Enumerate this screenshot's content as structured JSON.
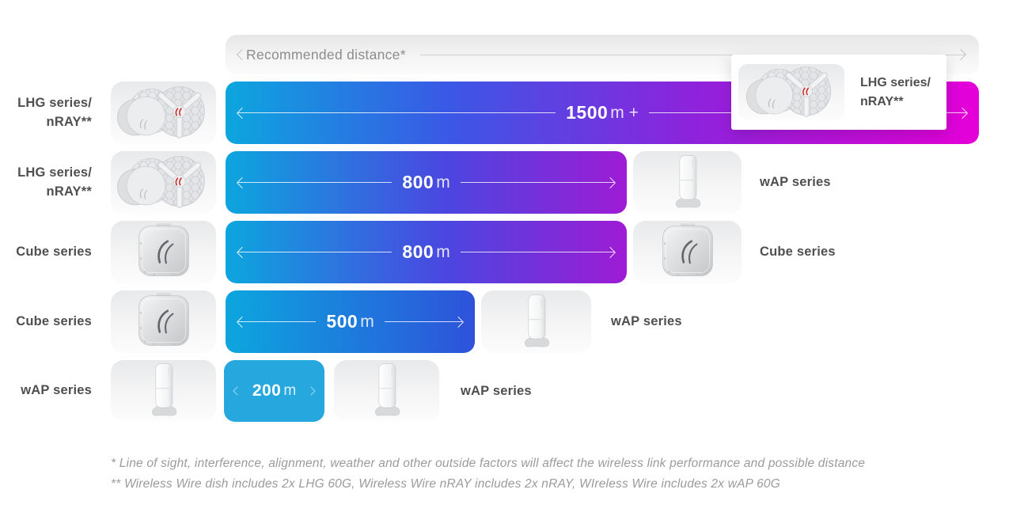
{
  "header": {
    "label": "Recommended distance*"
  },
  "rows": [
    {
      "left_label": [
        "LHG series/",
        "nRAY**"
      ],
      "left_device": "lhg-dish",
      "value": "1500",
      "unit": "m +",
      "bar_from": "#0ca6de",
      "bar_to": "#e500d8",
      "right_card": {
        "device": "lhg-dish",
        "label": [
          "LHG series/",
          "nRAY**"
        ]
      }
    },
    {
      "left_label": [
        "LHG series/",
        "nRAY**"
      ],
      "left_device": "lhg-dish",
      "value": "800",
      "unit": "m",
      "bar_from": "#0ca6de",
      "bar_to": "#9e1bd4",
      "right_device": "wap",
      "right_label": [
        "wAP series"
      ]
    },
    {
      "left_label": [
        "Cube series"
      ],
      "left_device": "cube",
      "value": "800",
      "unit": "m",
      "bar_from": "#0ca6de",
      "bar_to": "#9e1bd4",
      "right_device": "cube",
      "right_label": [
        "Cube series"
      ]
    },
    {
      "left_label": [
        "Cube series"
      ],
      "left_device": "cube",
      "value": "500",
      "unit": "m",
      "bar_from": "#0ca6de",
      "bar_to": "#2e52da",
      "right_device": "wap",
      "right_label": [
        "wAP series"
      ]
    },
    {
      "left_label": [
        "wAP series"
      ],
      "left_device": "wap",
      "value": "200",
      "unit": "m",
      "bar_from": "#26a8df",
      "bar_to": "#26a8df",
      "right_device": "wap",
      "right_label": [
        "wAP series"
      ]
    }
  ],
  "footnotes": [
    "* Line of sight, interference, alignment, weather and other outside factors will affect the wireless link performance and possible distance",
    "** Wireless Wire dish includes 2x LHG 60G, Wireless Wire nRAY includes 2x nRAY, WIreless Wire includes 2x wAP 60G"
  ],
  "colors": {
    "cyan": "#0ca6de",
    "blue": "#2e52da",
    "purple": "#9e1bd4",
    "magenta": "#e500d8",
    "bar_text": "#ffffff",
    "label_text": "#4f4f4f",
    "header_text": "#8c8c8c",
    "footnote_text": "#9b9b9b"
  },
  "chart_data": {
    "type": "bar",
    "orientation": "horizontal",
    "title": "Recommended distance*",
    "unit": "m",
    "categories": [
      "LHG series/nRAY** to LHG series/nRAY**",
      "LHG series/nRAY** to wAP series",
      "Cube series to Cube series",
      "Cube series to wAP series",
      "wAP series to wAP series"
    ],
    "values": [
      1500,
      800,
      800,
      500,
      200
    ],
    "value_labels": [
      "1500m +",
      "800m",
      "800m",
      "500m",
      "200m"
    ],
    "xlim": [
      0,
      1500
    ],
    "grid": false,
    "legend": false
  }
}
